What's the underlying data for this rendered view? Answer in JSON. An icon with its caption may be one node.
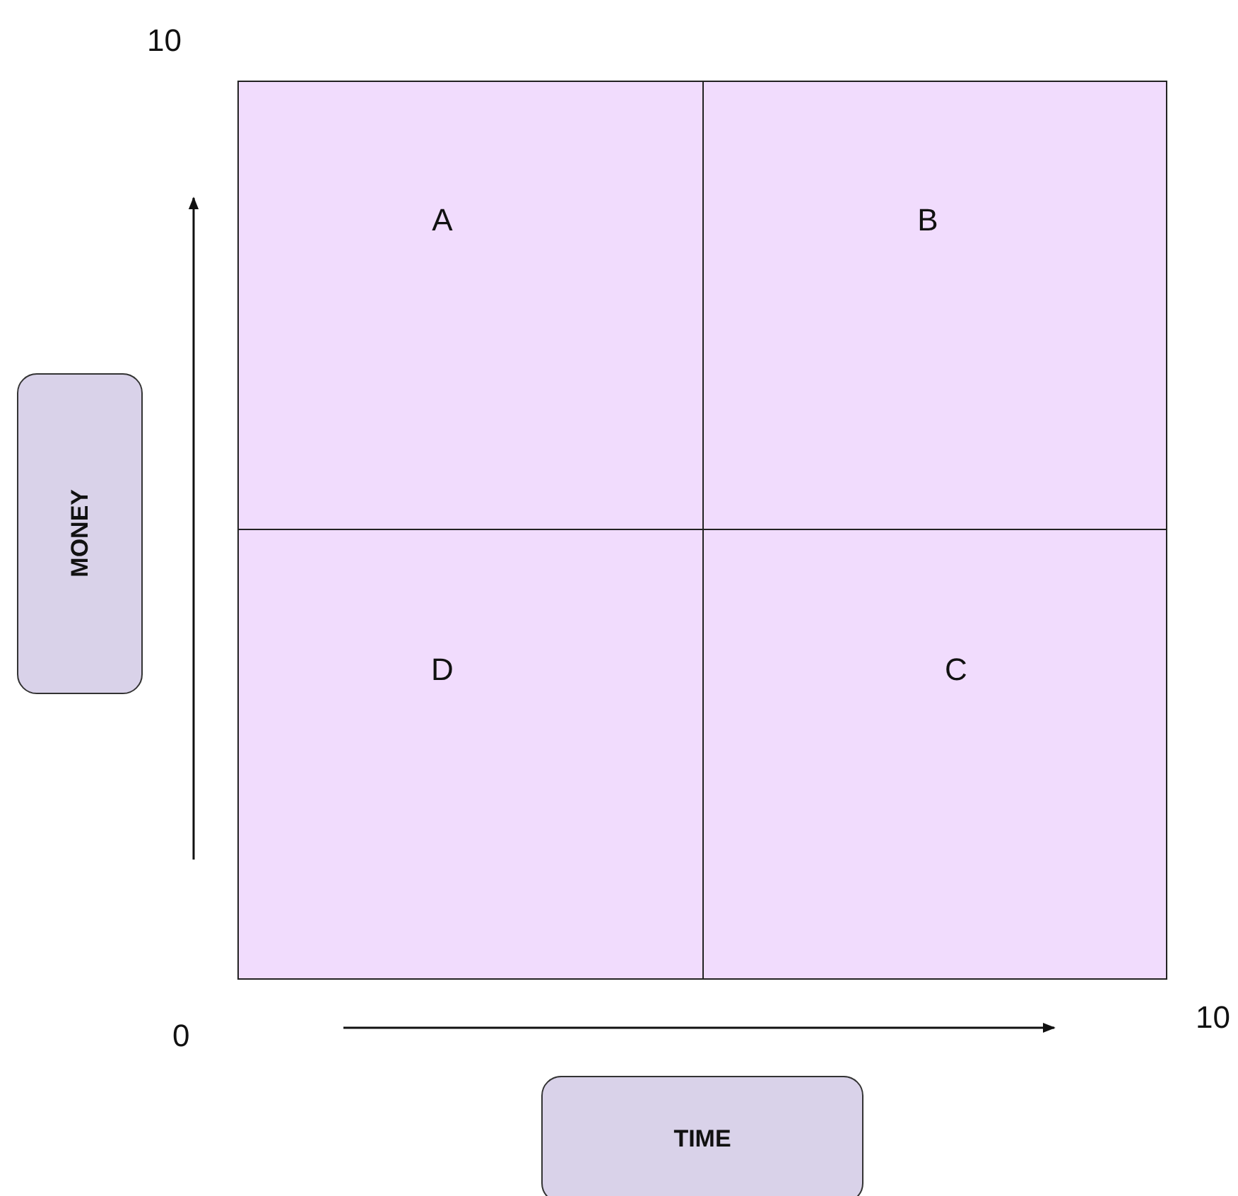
{
  "diagram": {
    "nodes": [
      {
        "text": [
          "A"
        ]
      },
      {
        "text": [
          "B"
        ]
      },
      {
        "text": [
          "D"
        ]
      },
      {
        "text": [
          "C"
        ]
      },
      {
        "text": [
          "MONEY"
        ]
      },
      {
        "text": [
          "TIME"
        ]
      }
    ],
    "labels": [
      "10",
      "0",
      "10"
    ]
  }
}
